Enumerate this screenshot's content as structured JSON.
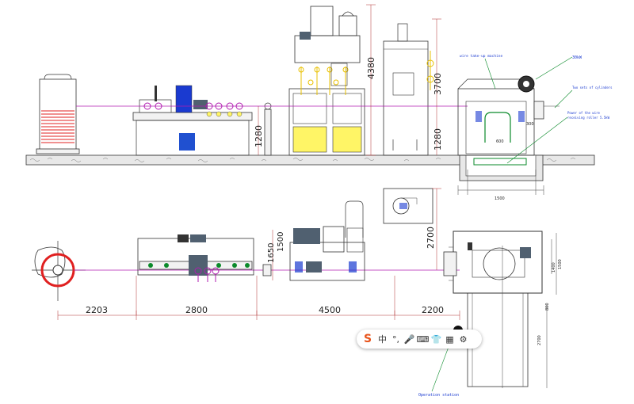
{
  "labels": {
    "wire_takeup": "wire take-up machine",
    "label_30kw": "30kW",
    "two_sets_cylinders": "Two sets of cylinders",
    "power_wire_receiving": "Power of the wire",
    "power_wire_receiving_2": "receiving roller  5.5kW",
    "operation_station": "Operation station"
  },
  "dimensions": {
    "h_4380": "4380",
    "h_3700": "3700",
    "h_1280_a": "1280",
    "h_1280_b": "1280",
    "w_1500_top": "1500",
    "d_2203": "2203",
    "d_2800": "2800",
    "d_4500": "4500",
    "d_2200": "2200",
    "h_2700": "2700",
    "h_1650": "1650",
    "h_1500": "1500",
    "small_300": "300",
    "small_600": "600",
    "r_1400": "1400",
    "r_1500": "1500",
    "r_800": "800",
    "r_2700": "2700"
  },
  "toolbar": {
    "logo": "S",
    "lang": "中",
    "items": [
      "dot-icon",
      "mic-icon",
      "keyboard-icon",
      "shirt-icon",
      "grid-icon",
      "tools-icon"
    ]
  },
  "colors": {
    "wire_red": "#e02020",
    "dimension_red": "#b03030",
    "annotation_blue": "#1a3ad0",
    "annotation_green": "#0a8a2a",
    "machine_yellow": "#fff566",
    "magenta": "#b01cb0"
  }
}
